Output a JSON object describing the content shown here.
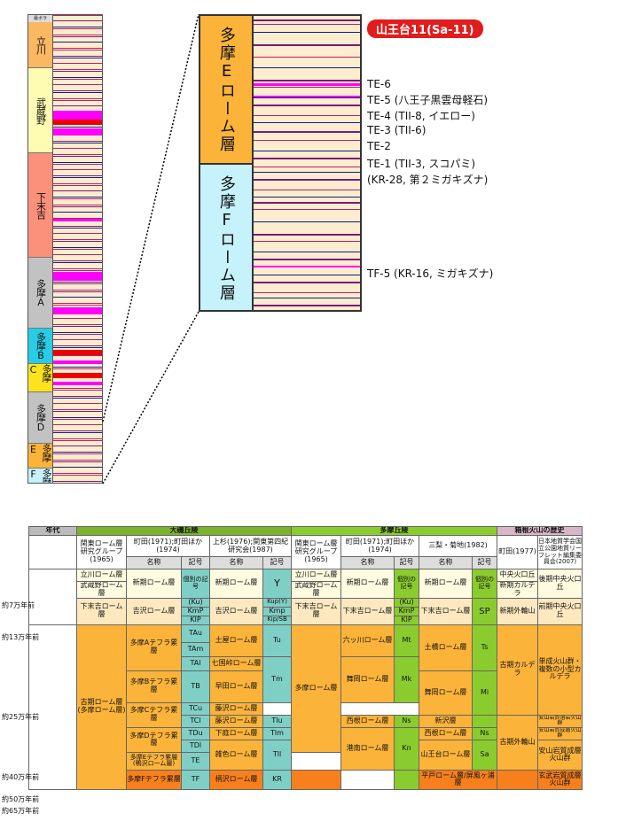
{
  "left_column": {
    "top_label": "最ボラ",
    "units": [
      {
        "name": "立川",
        "color": "#fbb862"
      },
      {
        "name": "武蔵野",
        "color": "#fefbb3"
      },
      {
        "name": "下末吉",
        "color": "#fb907b"
      },
      {
        "name": "多摩A",
        "color": "#c2c2c2"
      },
      {
        "name": "多摩B",
        "color": "#27cde6"
      },
      {
        "name": "多摩C",
        "color": "#fde31e"
      },
      {
        "name": "多摩D",
        "color": "#c2c2c2"
      },
      {
        "name": "多摩E",
        "color": "#fbb33a"
      },
      {
        "name": "多摩F",
        "color": "#c9f1fb"
      }
    ]
  },
  "middle_column": {
    "units": [
      {
        "name": "多摩Eローム層",
        "color": "#fbb33a"
      },
      {
        "name": "多摩Fローム層",
        "color": "#c6f2fb"
      }
    ]
  },
  "sample_label": "山王台11(Sa-11)",
  "tephra_labels": [
    "TE-6",
    "TE-5 (八王子黒雲母軽石)",
    "TE-4 (TII-8, イエロー)",
    "TE-3 (TII-6)",
    "TE-2",
    "TE-1 (TII-3, スコパミ)",
    "(KR-28, 第２ミガキズナ)",
    "TF-5 (KR-16, ミガキズナ)"
  ],
  "table": {
    "col_age": "年代",
    "region_omiya": "大磯丘陵",
    "region_tama": "多摩丘陵",
    "region_hakone": "箱根火山の歴史",
    "src_kanto_1": "関東ローム層研究グループ(1965)",
    "src_machida_1": "町田(1971);町田ほか(1974)",
    "src_uesugi": "上杉(1976);関東第四紀研究会(1987)",
    "src_kanto_2": "関東ローム層研究グループ(1965)",
    "src_machida_2": "町田(1971);町田ほか(1974)",
    "src_mitsunashi": "三梨・菊地(1982)",
    "src_machida_3": "町田(1977)",
    "src_jgs": "日本地質学会国立公園地質リーフレット編集委員会(2007)",
    "h_name": "名称",
    "h_sym": "記号",
    "h_sym_ind": "個別の記号",
    "ages": [
      "約7万年前",
      "約13万年前",
      "約25万年前",
      "約40万年前",
      "約50万年前",
      "約65万年前"
    ],
    "rows": {
      "tachikawa": "立川ローム層",
      "musashino": "武蔵野ローム層",
      "shinki_1": "新期ローム層",
      "shinki_2": "新期ローム層",
      "shinki_3": "新期ローム層",
      "shinki_4": "新期ローム層",
      "sym_Y": "Y",
      "Ku": "(Ku)",
      "KmP": "KmP",
      "KlP": "KlP",
      "Kup": "Kup(Y)",
      "Kmp": "Kmp",
      "KipSB": "Kip/SB",
      "shimosueyoshi_1": "下末吉ローム層",
      "kissawa_1": "吉沢ローム層",
      "kissawa_2": "吉沢ローム層",
      "shimosueyoshi_2": "下末吉ローム層",
      "shimosueyoshi_3": "下末吉ローム層",
      "shimosueyoshi_4": "下末吉ローム層",
      "SP": "SP",
      "koki": "古期ローム層(多摩ローム層)",
      "tamaA": "多摩Aテフラ累層",
      "tamaB": "多摩Bテフラ累層",
      "tamaC": "多摩Cテフラ累層",
      "tamaD": "多摩Dテフラ累層",
      "tamaE": "多摩Eテフラ累層(鴨沢ローム層)",
      "tamaF": "多摩Fテフラ累層",
      "TAu": "TAu",
      "TAm": "TAm",
      "TAl": "TAl",
      "TB": "TB",
      "TCu": "TCu",
      "TCl": "TCl",
      "TDu": "TDu",
      "TDl": "TDl",
      "TE": "TE",
      "TF": "TF",
      "tsuchiya": "土屋ローム層",
      "shichikoku": "七国峠ローム層",
      "hayata": "早田ローム層",
      "fujisawa": "藤沢ローム層",
      "shimohata": "下庭ローム層",
      "zatsushoku": "雑色ローム層",
      "kajiya": "柄沢ローム層",
      "Tu": "Tu",
      "Tm": "Tm",
      "Tlu": "Tlu",
      "Tlm": "Tlm",
      "Tll": "Tll",
      "KR": "KR",
      "tama_loam": "多摩ローム層",
      "rokurogawa": "六ッ川ローム層",
      "maioka": "舞岡ローム層",
      "nishine": "西根ローム層",
      "kounan": "港南ローム層",
      "Mt": "Mt",
      "Mk": "Mk",
      "Ns": "Ns",
      "Kn": "Kn",
      "tsuchihashi": "土橋ローム層",
      "maioka_2": "舞岡ローム層",
      "shinzawa": "新沢層",
      "nishine_2": "西根ローム層",
      "sannoudai": "山王台ローム層",
      "hirado": "平戸ローム層/屏風ヶ浦層",
      "Ts": "Ts",
      "Mi": "Mi",
      "Ns2": "Ns",
      "Sa": "Sa",
      "chuo_kako": "中央火口丘",
      "shinki_caldera": "新期カルデラ",
      "shinki_gaikai": "新期外輪山",
      "koki_caldera": "古期カルデラ",
      "koki_gaikai": "古期外輪山",
      "koki_chuo": "後期中央火口丘",
      "zenki_chuo": "前期中央火口丘",
      "tansei": "単成火山群・複数の小型カルデラ",
      "anzan_1": "安山岩質溶岩火山群",
      "anzan_2": "安山岩質成層火山群",
      "anzan_3": "安山岩質成層火山群",
      "genbu": "玄武岩質成層火山群"
    }
  }
}
